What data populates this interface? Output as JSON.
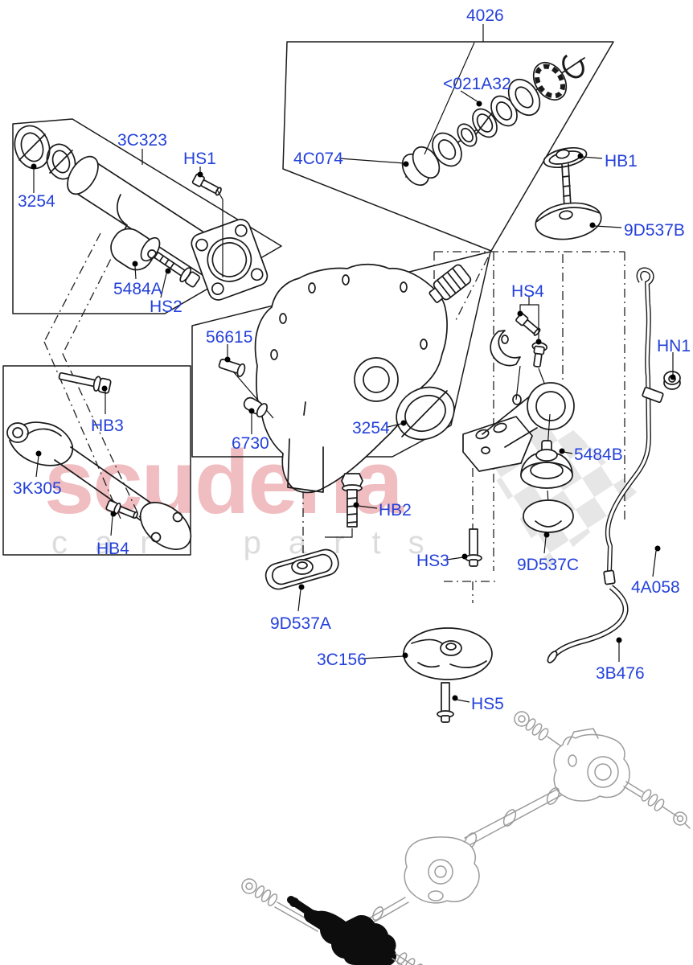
{
  "figure": {
    "description_labels_total": 27
  },
  "watermark": {
    "brand": "scuderia",
    "tagline": "car parts"
  },
  "colors": {
    "label_blue": "#2441da",
    "line_black": "#1a1a1a",
    "watermark_pink": "#d9545e",
    "watermark_gray": "#dcdcdc",
    "checker_gray": "#d2d2d2",
    "thumbnail_gray": "#9b9b9b",
    "highlight_black": "#0d0d0d"
  },
  "parts": {
    "4026": {
      "label": "4026"
    },
    "021A32": {
      "label": "<021A32"
    },
    "3C323": {
      "label": "3C323"
    },
    "HS1": {
      "label": "HS1"
    },
    "4C074": {
      "label": "4C074"
    },
    "HB1": {
      "label": "HB1"
    },
    "3254a": {
      "label": "3254"
    },
    "9D537B": {
      "label": "9D537B"
    },
    "5484A": {
      "label": "5484A"
    },
    "HS2": {
      "label": "HS2"
    },
    "HS4": {
      "label": "HS4"
    },
    "56615": {
      "label": "56615"
    },
    "HN1": {
      "label": "HN1"
    },
    "HB3": {
      "label": "HB3"
    },
    "3254b": {
      "label": "3254"
    },
    "6730": {
      "label": "6730"
    },
    "5484B": {
      "label": "5484B"
    },
    "3K305": {
      "label": "3K305"
    },
    "HB2": {
      "label": "HB2"
    },
    "HB4": {
      "label": "HB4"
    },
    "HS3": {
      "label": "HS3"
    },
    "9D537C": {
      "label": "9D537C"
    },
    "4A058": {
      "label": "4A058"
    },
    "9D537A": {
      "label": "9D537A"
    },
    "3C156": {
      "label": "3C156"
    },
    "3B476": {
      "label": "3B476"
    },
    "HS5": {
      "label": "HS5"
    }
  }
}
